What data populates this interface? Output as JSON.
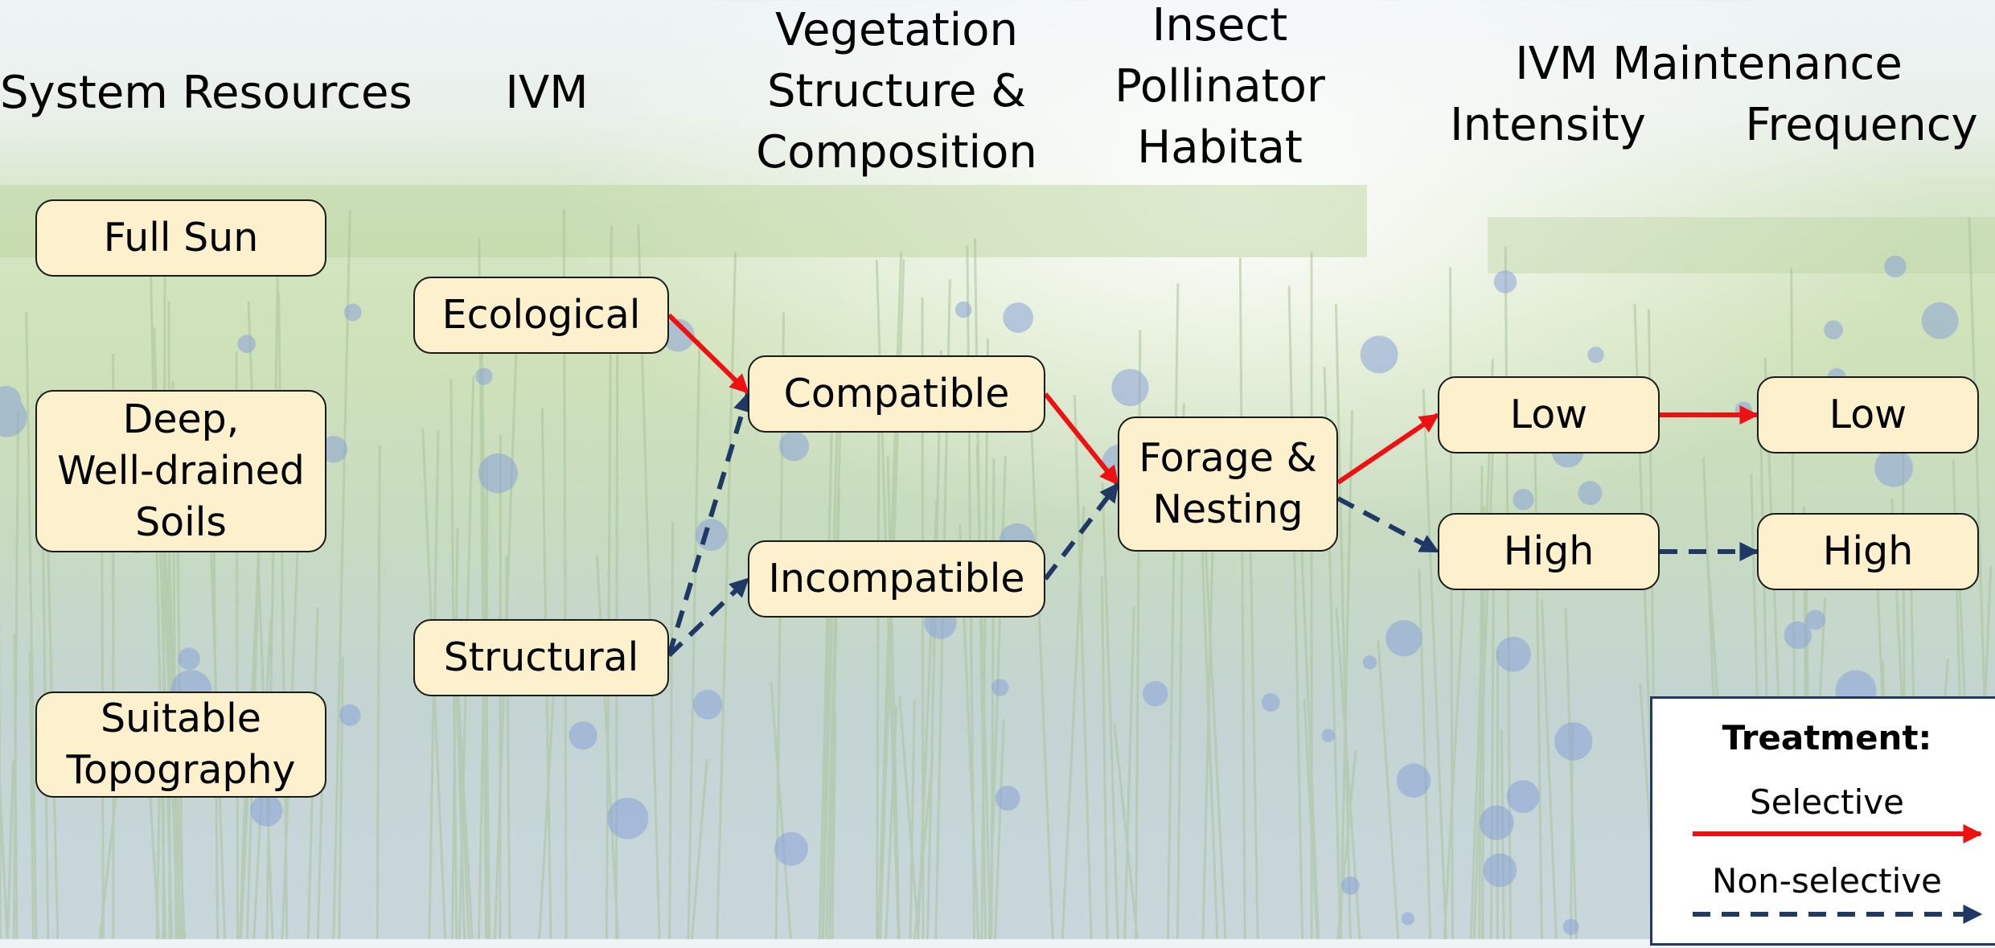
{
  "headers": {
    "system_resources": "System Resources",
    "ivm": "IVM",
    "vegetation": [
      "Vegetation",
      "Structure &",
      "Composition"
    ],
    "pollinator": [
      "Insect",
      "Pollinator",
      "Habitat"
    ],
    "maintenance": "IVM Maintenance",
    "intensity": "Intensity",
    "frequency": "Frequency"
  },
  "nodes": {
    "full_sun": "Full Sun",
    "soils": "Deep,\nWell-drained\nSoils",
    "topography": "Suitable\nTopography",
    "ecological": "Ecological",
    "structural": "Structural",
    "compatible": "Compatible",
    "incompatible": "Incompatible",
    "forage": "Forage &\nNesting",
    "intensity_low": "Low",
    "intensity_high": "High",
    "frequency_low": "Low",
    "frequency_high": "High"
  },
  "edges": [
    {
      "from": "ecological",
      "to": "compatible",
      "treatment": "Selective"
    },
    {
      "from": "structural",
      "to": "compatible",
      "treatment": "Non-selective"
    },
    {
      "from": "structural",
      "to": "incompatible",
      "treatment": "Non-selective"
    },
    {
      "from": "compatible",
      "to": "forage",
      "treatment": "Selective"
    },
    {
      "from": "incompatible",
      "to": "forage",
      "treatment": "Non-selective"
    },
    {
      "from": "forage",
      "to": "intensity_low",
      "treatment": "Selective"
    },
    {
      "from": "forage",
      "to": "intensity_high",
      "treatment": "Non-selective"
    },
    {
      "from": "intensity_low",
      "to": "frequency_low",
      "treatment": "Selective"
    },
    {
      "from": "intensity_high",
      "to": "frequency_high",
      "treatment": "Non-selective"
    }
  ],
  "legend": {
    "title": "Treatment:",
    "selective": "Selective",
    "non_selective": "Non-selective"
  },
  "colors": {
    "selective": "#ee1111",
    "non_selective": "#1f3864",
    "node_fill": "#fdf1cd"
  }
}
